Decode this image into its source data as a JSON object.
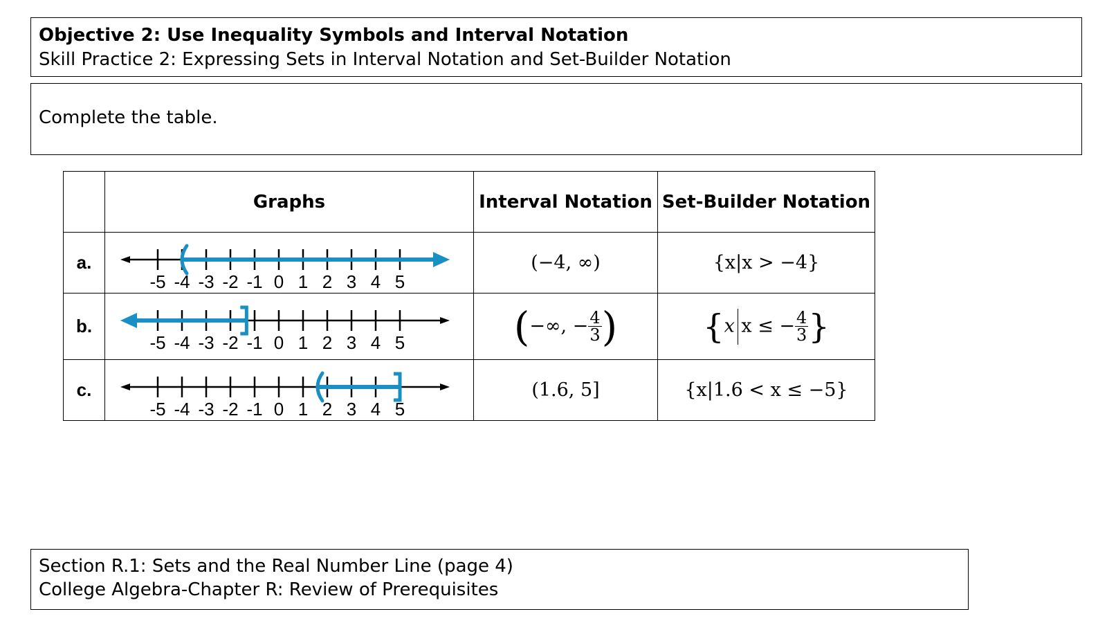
{
  "header": {
    "objective": "Objective 2: Use Inequality Symbols and Interval Notation",
    "skill": "Skill Practice 2: Expressing Sets in Interval Notation and Set-Builder Notation"
  },
  "instruction": "Complete the table.",
  "table": {
    "headers": [
      "",
      "Graphs",
      "Interval Notation",
      "Set-Builder Notation"
    ],
    "tick_labels": [
      "-5",
      "-4",
      "-3",
      "-2",
      "-1",
      "0",
      "1",
      "2",
      "3",
      "4",
      "5"
    ],
    "rows": [
      {
        "label": "a.",
        "graph": {
          "min": -4,
          "max": null,
          "left_symbol": "(",
          "right_symbol": "arrow"
        },
        "interval": "(−4, ∞)",
        "set_builder": "{x|x > −4}"
      },
      {
        "label": "b.",
        "graph": {
          "min": null,
          "max": -1.333,
          "left_symbol": "arrow",
          "right_symbol": "]"
        },
        "interval": {
          "open": "(",
          "left": "−∞, −",
          "num": "4",
          "den": "3",
          "close": ")"
        },
        "set_builder": {
          "open": "{",
          "var": "x",
          "cond": "x ≤ −",
          "num": "4",
          "den": "3",
          "close": "}"
        }
      },
      {
        "label": "c.",
        "graph": {
          "min": 1.6,
          "max": 5,
          "left_symbol": "(",
          "right_symbol": "]"
        },
        "interval": "(1.6, 5]",
        "set_builder": "{x|1.6 < x ≤ −5}"
      }
    ]
  },
  "footer": {
    "section": "Section R.1: Sets and the Real Number Line (page 4)",
    "chapter": "College Algebra-Chapter R: Review of Prerequisites"
  },
  "colors": {
    "highlight": "#1a8fc4",
    "line": "#000000"
  }
}
